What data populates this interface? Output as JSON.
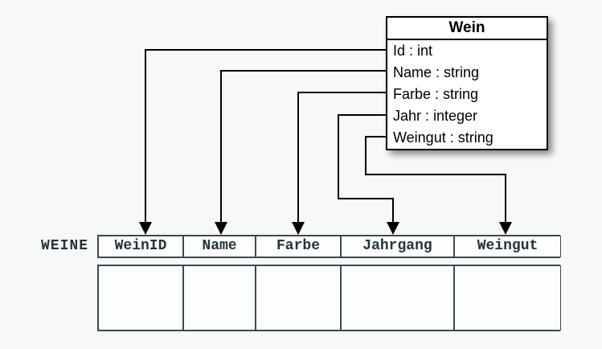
{
  "diagram": {
    "class_box": {
      "title": "Wein",
      "attributes": [
        "Id : int",
        "Name : string",
        "Farbe : string",
        "Jahr : integer",
        "Weingut : string"
      ]
    },
    "table": {
      "label": "WEINE",
      "columns": [
        "WeinID",
        "Name",
        "Farbe",
        "Jahrgang",
        "Weingut"
      ],
      "empty_body_rows": 1
    },
    "mappings": [
      {
        "from": "Id",
        "to": "WeinID"
      },
      {
        "from": "Name",
        "to": "Name"
      },
      {
        "from": "Farbe",
        "to": "Farbe"
      },
      {
        "from": "Jahr",
        "to": "Jahrgang"
      },
      {
        "from": "Weingut",
        "to": "Weingut"
      }
    ],
    "colors": {
      "background": "#f7f8f8",
      "class_box_border": "#000000",
      "class_box_fill": "#ffffff",
      "connector": "#000000",
      "table_border": "#3c4a52",
      "table_text": "#24343c"
    }
  }
}
